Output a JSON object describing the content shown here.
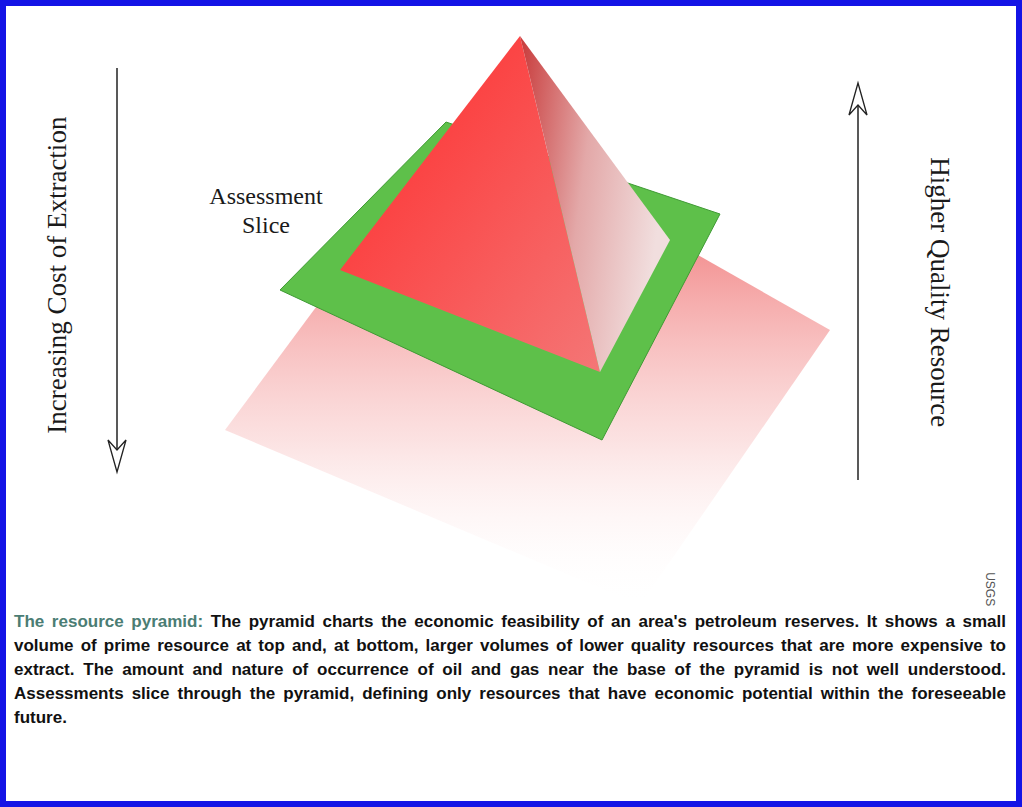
{
  "diagram": {
    "title": "The resource pyramid:",
    "caption": "The pyramid charts the economic feasibility of an area's petroleum reserves. It shows a small volume of prime resource at top and, at bottom, larger volumes of lower quality resources that are more expensive to extract. The amount and nature of occurrence of oil and gas near the base of the pyramid is not well understood. Assessments slice through the pyramid, defining only resources that have economic potential within the foreseeable future.",
    "labels": [
      "Increasing Cost of Extraction",
      "Assessment Slice",
      "Higher Quality Resource",
      "USGS"
    ]
  }
}
